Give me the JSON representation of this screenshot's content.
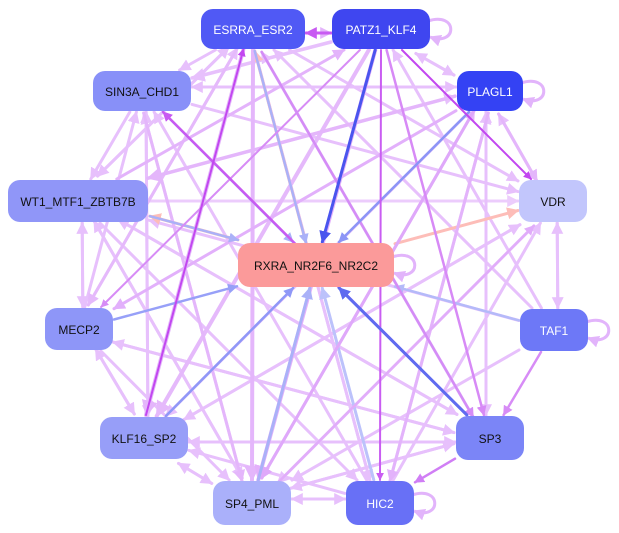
{
  "diagram": {
    "type": "directed-network",
    "nodes": [
      {
        "id": "ESRRA_ESR2",
        "label": "ESRRA_ESR2",
        "fill": "#5059f5",
        "text": "#ffffff",
        "self_loop": false
      },
      {
        "id": "PATZ1_KLF4",
        "label": "PATZ1_KLF4",
        "fill": "#3f46f0",
        "text": "#ffffff",
        "self_loop": true
      },
      {
        "id": "SIN3A_CHD1",
        "label": "SIN3A_CHD1",
        "fill": "#8890f8",
        "text": "#111111",
        "self_loop": false
      },
      {
        "id": "PLAGL1",
        "label": "PLAGL1",
        "fill": "#3442f4",
        "text": "#ffffff",
        "self_loop": true
      },
      {
        "id": "WT1_MTF1_ZBTB7B",
        "label": "WT1_MTF1_ZBTB7B",
        "fill": "#9096f8",
        "text": "#111111",
        "self_loop": false
      },
      {
        "id": "VDR",
        "label": "VDR",
        "fill": "#c2c6fc",
        "text": "#111111",
        "self_loop": false
      },
      {
        "id": "RXRA_NR2F6_NR2C2",
        "label": "RXRA_NR2F6_NR2C2",
        "fill": "#fb9a9a",
        "text": "#111111",
        "self_loop": true
      },
      {
        "id": "MECP2",
        "label": "MECP2",
        "fill": "#8e96f8",
        "text": "#111111",
        "self_loop": false
      },
      {
        "id": "TAF1",
        "label": "TAF1",
        "fill": "#6d78f7",
        "text": "#ffffff",
        "self_loop": true
      },
      {
        "id": "KLF16_SP2",
        "label": "KLF16_SP2",
        "fill": "#979ef8",
        "text": "#111111",
        "self_loop": false
      },
      {
        "id": "SP3",
        "label": "SP3",
        "fill": "#7b85f7",
        "text": "#111111",
        "self_loop": false
      },
      {
        "id": "SP4_PML",
        "label": "SP4_PML",
        "fill": "#aab0fa",
        "text": "#111111",
        "self_loop": false
      },
      {
        "id": "HIC2",
        "label": "HIC2",
        "fill": "#6870f6",
        "text": "#ffffff",
        "self_loop": true
      }
    ],
    "edges": [
      {
        "from": "PATZ1_KLF4",
        "to": "RXRA_NR2F6_NR2C2",
        "color": "#4a55ee",
        "weight": 3
      },
      {
        "from": "PLAGL1",
        "to": "RXRA_NR2F6_NR2C2",
        "color": "#8c95f6",
        "weight": 2.5
      },
      {
        "from": "SIN3A_CHD1",
        "to": "RXRA_NR2F6_NR2C2",
        "color": "#a9b0f8",
        "weight": 2.5
      },
      {
        "from": "ESRRA_ESR2",
        "to": "RXRA_NR2F6_NR2C2",
        "color": "#aab1f8",
        "weight": 2.5
      },
      {
        "from": "RXRA_NR2F6_NR2C2",
        "to": "ESRRA_ESR2",
        "color": "#fdc0bc",
        "weight": 3
      },
      {
        "from": "RXRA_NR2F6_NR2C2",
        "to": "VDR",
        "color": "#fdbdb8",
        "weight": 3
      },
      {
        "from": "RXRA_NR2F6_NR2C2",
        "to": "WT1_MTF1_ZBTB7B",
        "color": "#fdbdb8",
        "weight": 3
      },
      {
        "from": "WT1_MTF1_ZBTB7B",
        "to": "RXRA_NR2F6_NR2C2",
        "color": "#aab1f8",
        "weight": 2.5
      },
      {
        "from": "MECP2",
        "to": "RXRA_NR2F6_NR2C2",
        "color": "#97a0f8",
        "weight": 2.5
      },
      {
        "from": "TAF1",
        "to": "RXRA_NR2F6_NR2C2",
        "color": "#b4baf9",
        "weight": 2.5
      },
      {
        "from": "KLF16_SP2",
        "to": "RXRA_NR2F6_NR2C2",
        "color": "#8f98f7",
        "weight": 2.5
      },
      {
        "from": "SP4_PML",
        "to": "RXRA_NR2F6_NR2C2",
        "color": "#aab1f8",
        "weight": 3
      },
      {
        "from": "HIC2",
        "to": "RXRA_NR2F6_NR2C2",
        "color": "#bcc2fb",
        "weight": 3
      },
      {
        "from": "SP3",
        "to": "RXRA_NR2F6_NR2C2",
        "color": "#5f6bf0",
        "weight": 3
      },
      {
        "from": "PATZ1_KLF4",
        "to": "ESRRA_ESR2",
        "color": "#c85af2",
        "weight": 3
      },
      {
        "from": "ESRRA_ESR2",
        "to": "PATZ1_KLF4",
        "color": "#e4b4fb",
        "weight": 3
      },
      {
        "from": "PATZ1_KLF4",
        "to": "VDR",
        "color": "#c247f0",
        "weight": 2
      },
      {
        "from": "PATZ1_KLF4",
        "to": "HIC2",
        "color": "#c95cf2",
        "weight": 2
      },
      {
        "from": "PATZ1_KLF4",
        "to": "SP3",
        "color": "#d78af6",
        "weight": 2.5
      },
      {
        "from": "PATZ1_KLF4",
        "to": "SP4_PML",
        "color": "#e3b0fb",
        "weight": 4
      },
      {
        "from": "PATZ1_KLF4",
        "to": "KLF16_SP2",
        "color": "#e5b9fb",
        "weight": 4
      },
      {
        "from": "PATZ1_KLF4",
        "to": "MECP2",
        "color": "#d78cf6",
        "weight": 2
      },
      {
        "from": "PATZ1_KLF4",
        "to": "SIN3A_CHD1",
        "color": "#e7c0fc",
        "weight": 3.5
      },
      {
        "from": "PATZ1_KLF4",
        "to": "PLAGL1",
        "color": "#e7c0fc",
        "weight": 3
      },
      {
        "from": "PLAGL1",
        "to": "PATZ1_KLF4",
        "color": "#e7c0fc",
        "weight": 3
      },
      {
        "from": "PLAGL1",
        "to": "VDR",
        "color": "#e4b6fb",
        "weight": 3
      },
      {
        "from": "PLAGL1",
        "to": "SP4_PML",
        "color": "#dfa8fa",
        "weight": 3
      },
      {
        "from": "PLAGL1",
        "to": "HIC2",
        "color": "#e3b3fb",
        "weight": 3
      },
      {
        "from": "PLAGL1",
        "to": "SP3",
        "color": "#e7c0fc",
        "weight": 3
      },
      {
        "from": "PLAGL1",
        "to": "KLF16_SP2",
        "color": "#e7c0fc",
        "weight": 3
      },
      {
        "from": "PLAGL1",
        "to": "WT1_MTF1_ZBTB7B",
        "color": "#e4b6fb",
        "weight": 3.5
      },
      {
        "from": "PLAGL1",
        "to": "SIN3A_CHD1",
        "color": "#e7c0fc",
        "weight": 3
      },
      {
        "from": "PLAGL1",
        "to": "MECP2",
        "color": "#e2b0fb",
        "weight": 3
      },
      {
        "from": "ESRRA_ESR2",
        "to": "SIN3A_CHD1",
        "color": "#e7c0fc",
        "weight": 3
      },
      {
        "from": "ESRRA_ESR2",
        "to": "WT1_MTF1_ZBTB7B",
        "color": "#e7c0fc",
        "weight": 3
      },
      {
        "from": "ESRRA_ESR2",
        "to": "SP3",
        "color": "#d48cf6",
        "weight": 2.5
      },
      {
        "from": "ESRRA_ESR2",
        "to": "SP4_PML",
        "color": "#e4b6fb",
        "weight": 4
      },
      {
        "from": "ESRRA_ESR2",
        "to": "KLF16_SP2",
        "color": "#e4b6fb",
        "weight": 4
      },
      {
        "from": "ESRRA_ESR2",
        "to": "HIC2",
        "color": "#e7c0fc",
        "weight": 3
      },
      {
        "from": "ESRRA_ESR2",
        "to": "MECP2",
        "color": "#e5b9fb",
        "weight": 3
      },
      {
        "from": "ESRRA_ESR2",
        "to": "VDR",
        "color": "#e7c0fc",
        "weight": 3
      },
      {
        "from": "SIN3A_CHD1",
        "to": "VDR",
        "color": "#e7c0fc",
        "weight": 3
      },
      {
        "from": "SIN3A_CHD1",
        "to": "WT1_MTF1_ZBTB7B",
        "color": "#e7c0fc",
        "weight": 3
      },
      {
        "from": "SIN3A_CHD1",
        "to": "SP4_PML",
        "color": "#e4b6fb",
        "weight": 3
      },
      {
        "from": "SIN3A_CHD1",
        "to": "KLF16_SP2",
        "color": "#e7c0fc",
        "weight": 3
      },
      {
        "from": "SIN3A_CHD1",
        "to": "PLAGL1",
        "color": "#e7c0fc",
        "weight": 3
      },
      {
        "from": "WT1_MTF1_ZBTB7B",
        "to": "VDR",
        "color": "#ecccfc",
        "weight": 3
      },
      {
        "from": "WT1_MTF1_ZBTB7B",
        "to": "MECP2",
        "color": "#e7c0fc",
        "weight": 3
      },
      {
        "from": "MECP2",
        "to": "WT1_MTF1_ZBTB7B",
        "color": "#e7c0fc",
        "weight": 3
      },
      {
        "from": "WT1_MTF1_ZBTB7B",
        "to": "SP3",
        "color": "#e7c0fc",
        "weight": 3
      },
      {
        "from": "WT1_MTF1_ZBTB7B",
        "to": "HIC2",
        "color": "#e7c0fc",
        "weight": 3
      },
      {
        "from": "WT1_MTF1_ZBTB7B",
        "to": "SP4_PML",
        "color": "#e7c0fc",
        "weight": 3
      },
      {
        "from": "WT1_MTF1_ZBTB7B",
        "to": "PATZ1_KLF4",
        "color": "#e3b3fb",
        "weight": 3
      },
      {
        "from": "WT1_MTF1_ZBTB7B",
        "to": "PLAGL1",
        "color": "#e7c0fc",
        "weight": 3
      },
      {
        "from": "WT1_MTF1_ZBTB7B",
        "to": "ESRRA_ESR2",
        "color": "#e7c0fc",
        "weight": 3
      },
      {
        "from": "MECP2",
        "to": "ESRRA_ESR2",
        "color": "#e7c0fc",
        "weight": 3
      },
      {
        "from": "MECP2",
        "to": "SIN3A_CHD1",
        "color": "#e7c0fc",
        "weight": 3
      },
      {
        "from": "MECP2",
        "to": "SP3",
        "color": "#e7c0fc",
        "weight": 3
      },
      {
        "from": "MECP2",
        "to": "KLF16_SP2",
        "color": "#e7c0fc",
        "weight": 3
      },
      {
        "from": "KLF16_SP2",
        "to": "MECP2",
        "color": "#e7c0fc",
        "weight": 3
      },
      {
        "from": "MECP2",
        "to": "SP4_PML",
        "color": "#e7c0fc",
        "weight": 3
      },
      {
        "from": "KLF16_SP2",
        "to": "SIN3A_CHD1",
        "color": "#e7c0fc",
        "weight": 3
      },
      {
        "from": "KLF16_SP2",
        "to": "ESRRA_ESR2",
        "color": "#c247f0",
        "weight": 2
      },
      {
        "from": "KLF16_SP2",
        "to": "VDR",
        "color": "#e7c0fc",
        "weight": 3
      },
      {
        "from": "KLF16_SP2",
        "to": "SP3",
        "color": "#e7c0fc",
        "weight": 3
      },
      {
        "from": "SP3",
        "to": "KLF16_SP2",
        "color": "#e7c0fc",
        "weight": 3
      },
      {
        "from": "KLF16_SP2",
        "to": "SP4_PML",
        "color": "#e7c0fc",
        "weight": 3
      },
      {
        "from": "SP4_PML",
        "to": "KLF16_SP2",
        "color": "#e7c0fc",
        "weight": 3
      },
      {
        "from": "SP4_PML",
        "to": "HIC2",
        "color": "#e7c0fc",
        "weight": 3
      },
      {
        "from": "HIC2",
        "to": "SP4_PML",
        "color": "#e7c0fc",
        "weight": 3
      },
      {
        "from": "SP4_PML",
        "to": "VDR",
        "color": "#e1acfa",
        "weight": 2.5
      },
      {
        "from": "SP4_PML",
        "to": "SP3",
        "color": "#e7c0fc",
        "weight": 3
      },
      {
        "from": "SP4_PML",
        "to": "SIN3A_CHD1",
        "color": "#e7c0fc",
        "weight": 3
      },
      {
        "from": "SP4_PML",
        "to": "PLAGL1",
        "color": "#e4b6fb",
        "weight": 3
      },
      {
        "from": "SP4_PML",
        "to": "WT1_MTF1_ZBTB7B",
        "color": "#e7c0fc",
        "weight": 3
      },
      {
        "from": "SP3",
        "to": "HIC2",
        "color": "#d07ef5",
        "weight": 2.5
      },
      {
        "from": "SP3",
        "to": "SP4_PML",
        "color": "#e7c0fc",
        "weight": 3
      },
      {
        "from": "SP3",
        "to": "WT1_MTF1_ZBTB7B",
        "color": "#e7c0fc",
        "weight": 3
      },
      {
        "from": "SP3",
        "to": "MECP2",
        "color": "#e7c0fc",
        "weight": 3
      },
      {
        "from": "SP3",
        "to": "PLAGL1",
        "color": "#e7c0fc",
        "weight": 3
      },
      {
        "from": "SP3",
        "to": "SIN3A_CHD1",
        "color": "#c85af2",
        "weight": 2.5
      },
      {
        "from": "SP3",
        "to": "ESRRA_ESR2",
        "color": "#e7c0fc",
        "weight": 3
      },
      {
        "from": "TAF1",
        "to": "SP3",
        "color": "#d78cf6",
        "weight": 2.5
      },
      {
        "from": "TAF1",
        "to": "ESRRA_ESR2",
        "color": "#e7c0fc",
        "weight": 3
      },
      {
        "from": "TAF1",
        "to": "PATZ1_KLF4",
        "color": "#e7c0fc",
        "weight": 3
      },
      {
        "from": "TAF1",
        "to": "WT1_MTF1_ZBTB7B",
        "color": "#e7c0fc",
        "weight": 3
      },
      {
        "from": "TAF1",
        "to": "SP4_PML",
        "color": "#e7c0fc",
        "weight": 3
      },
      {
        "from": "TAF1",
        "to": "VDR",
        "color": "#e7c0fc",
        "weight": 3
      },
      {
        "from": "VDR",
        "to": "TAF1",
        "color": "#e7c0fc",
        "weight": 3
      },
      {
        "from": "VDR",
        "to": "PLAGL1",
        "color": "#e7c0fc",
        "weight": 3
      },
      {
        "from": "VDR",
        "to": "SP4_PML",
        "color": "#e7c0fc",
        "weight": 3
      },
      {
        "from": "VDR",
        "to": "KLF16_SP2",
        "color": "#e7c0fc",
        "weight": 3
      },
      {
        "from": "HIC2",
        "to": "VDR",
        "color": "#e7c0fc",
        "weight": 3
      },
      {
        "from": "HIC2",
        "to": "ESRRA_ESR2",
        "color": "#e7c0fc",
        "weight": 3
      },
      {
        "from": "HIC2",
        "to": "PLAGL1",
        "color": "#e7c0fc",
        "weight": 3
      },
      {
        "from": "HIC2",
        "to": "KLF16_SP2",
        "color": "#e7c0fc",
        "weight": 3
      },
      {
        "from": "HIC2",
        "to": "SIN3A_CHD1",
        "color": "#e7c0fc",
        "weight": 3
      }
    ]
  }
}
